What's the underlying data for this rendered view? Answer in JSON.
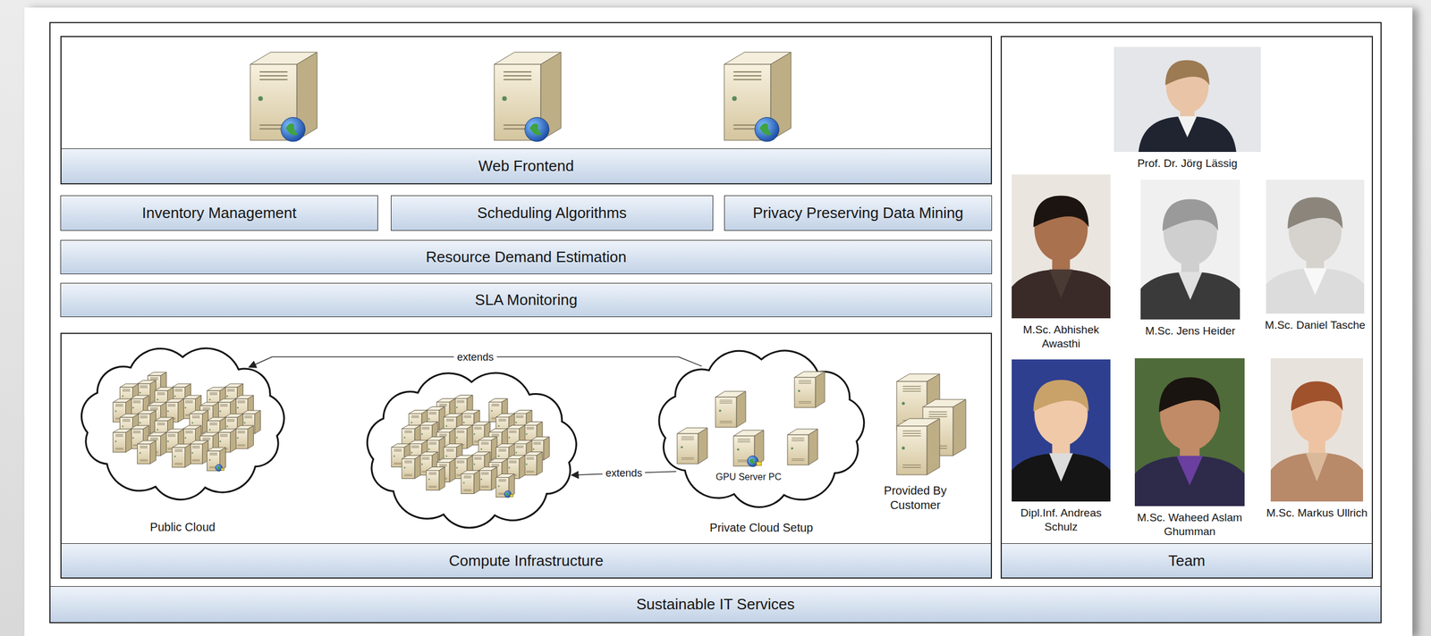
{
  "diagram": {
    "nodes": [
      {
        "text": [
          "Sustainable IT Services"
        ]
      },
      {
        "text": [
          "Web Frontend"
        ],
        "in": 0
      },
      {
        "text": [
          "Inventory Management"
        ],
        "in": 0
      },
      {
        "text": [
          "Scheduling Algorithms"
        ],
        "in": 0
      },
      {
        "text": [
          "Privacy Preserving Data Mining"
        ],
        "in": 0
      },
      {
        "text": [
          "Resource Demand Estimation"
        ],
        "in": 0
      },
      {
        "text": [
          "SLA Monitoring"
        ],
        "in": 0
      },
      {
        "text": [
          "Compute Infrastructure"
        ],
        "in": 0
      },
      {
        "text": [
          "Public Cloud"
        ],
        "in": 7
      },
      {
        "text": [],
        "in": 7
      },
      {
        "text": [
          "GPU Server PC",
          "Private Cloud Setup"
        ],
        "in": 7
      },
      {
        "text": [
          "Team"
        ],
        "in": 0
      },
      {
        "text": [
          "Prof. Dr. Jörg Lässig"
        ],
        "in": 11
      },
      {
        "text": [
          "M.Sc. Abhishek Awasthi"
        ],
        "in": 11
      },
      {
        "text": [
          "M.Sc. Jens Heider"
        ],
        "in": 11
      },
      {
        "text": [
          "M.Sc. Daniel Tasche"
        ],
        "in": 11
      },
      {
        "text": [
          "Dipl.Inf. Andreas Schulz"
        ],
        "in": 11
      },
      {
        "text": [
          "M.Sc. Waheed Aslam Ghumman"
        ],
        "in": 11
      },
      {
        "text": [
          "M.Sc. Markus Ullrich"
        ],
        "in": 11
      }
    ],
    "edges": [
      {
        "from": 10,
        "to": 8,
        "arrow": "to",
        "label": "extends"
      },
      {
        "from": 10,
        "to": 9,
        "arrow": "to",
        "label": "extends"
      }
    ],
    "labels": [
      "Provided By Customer"
    ]
  }
}
